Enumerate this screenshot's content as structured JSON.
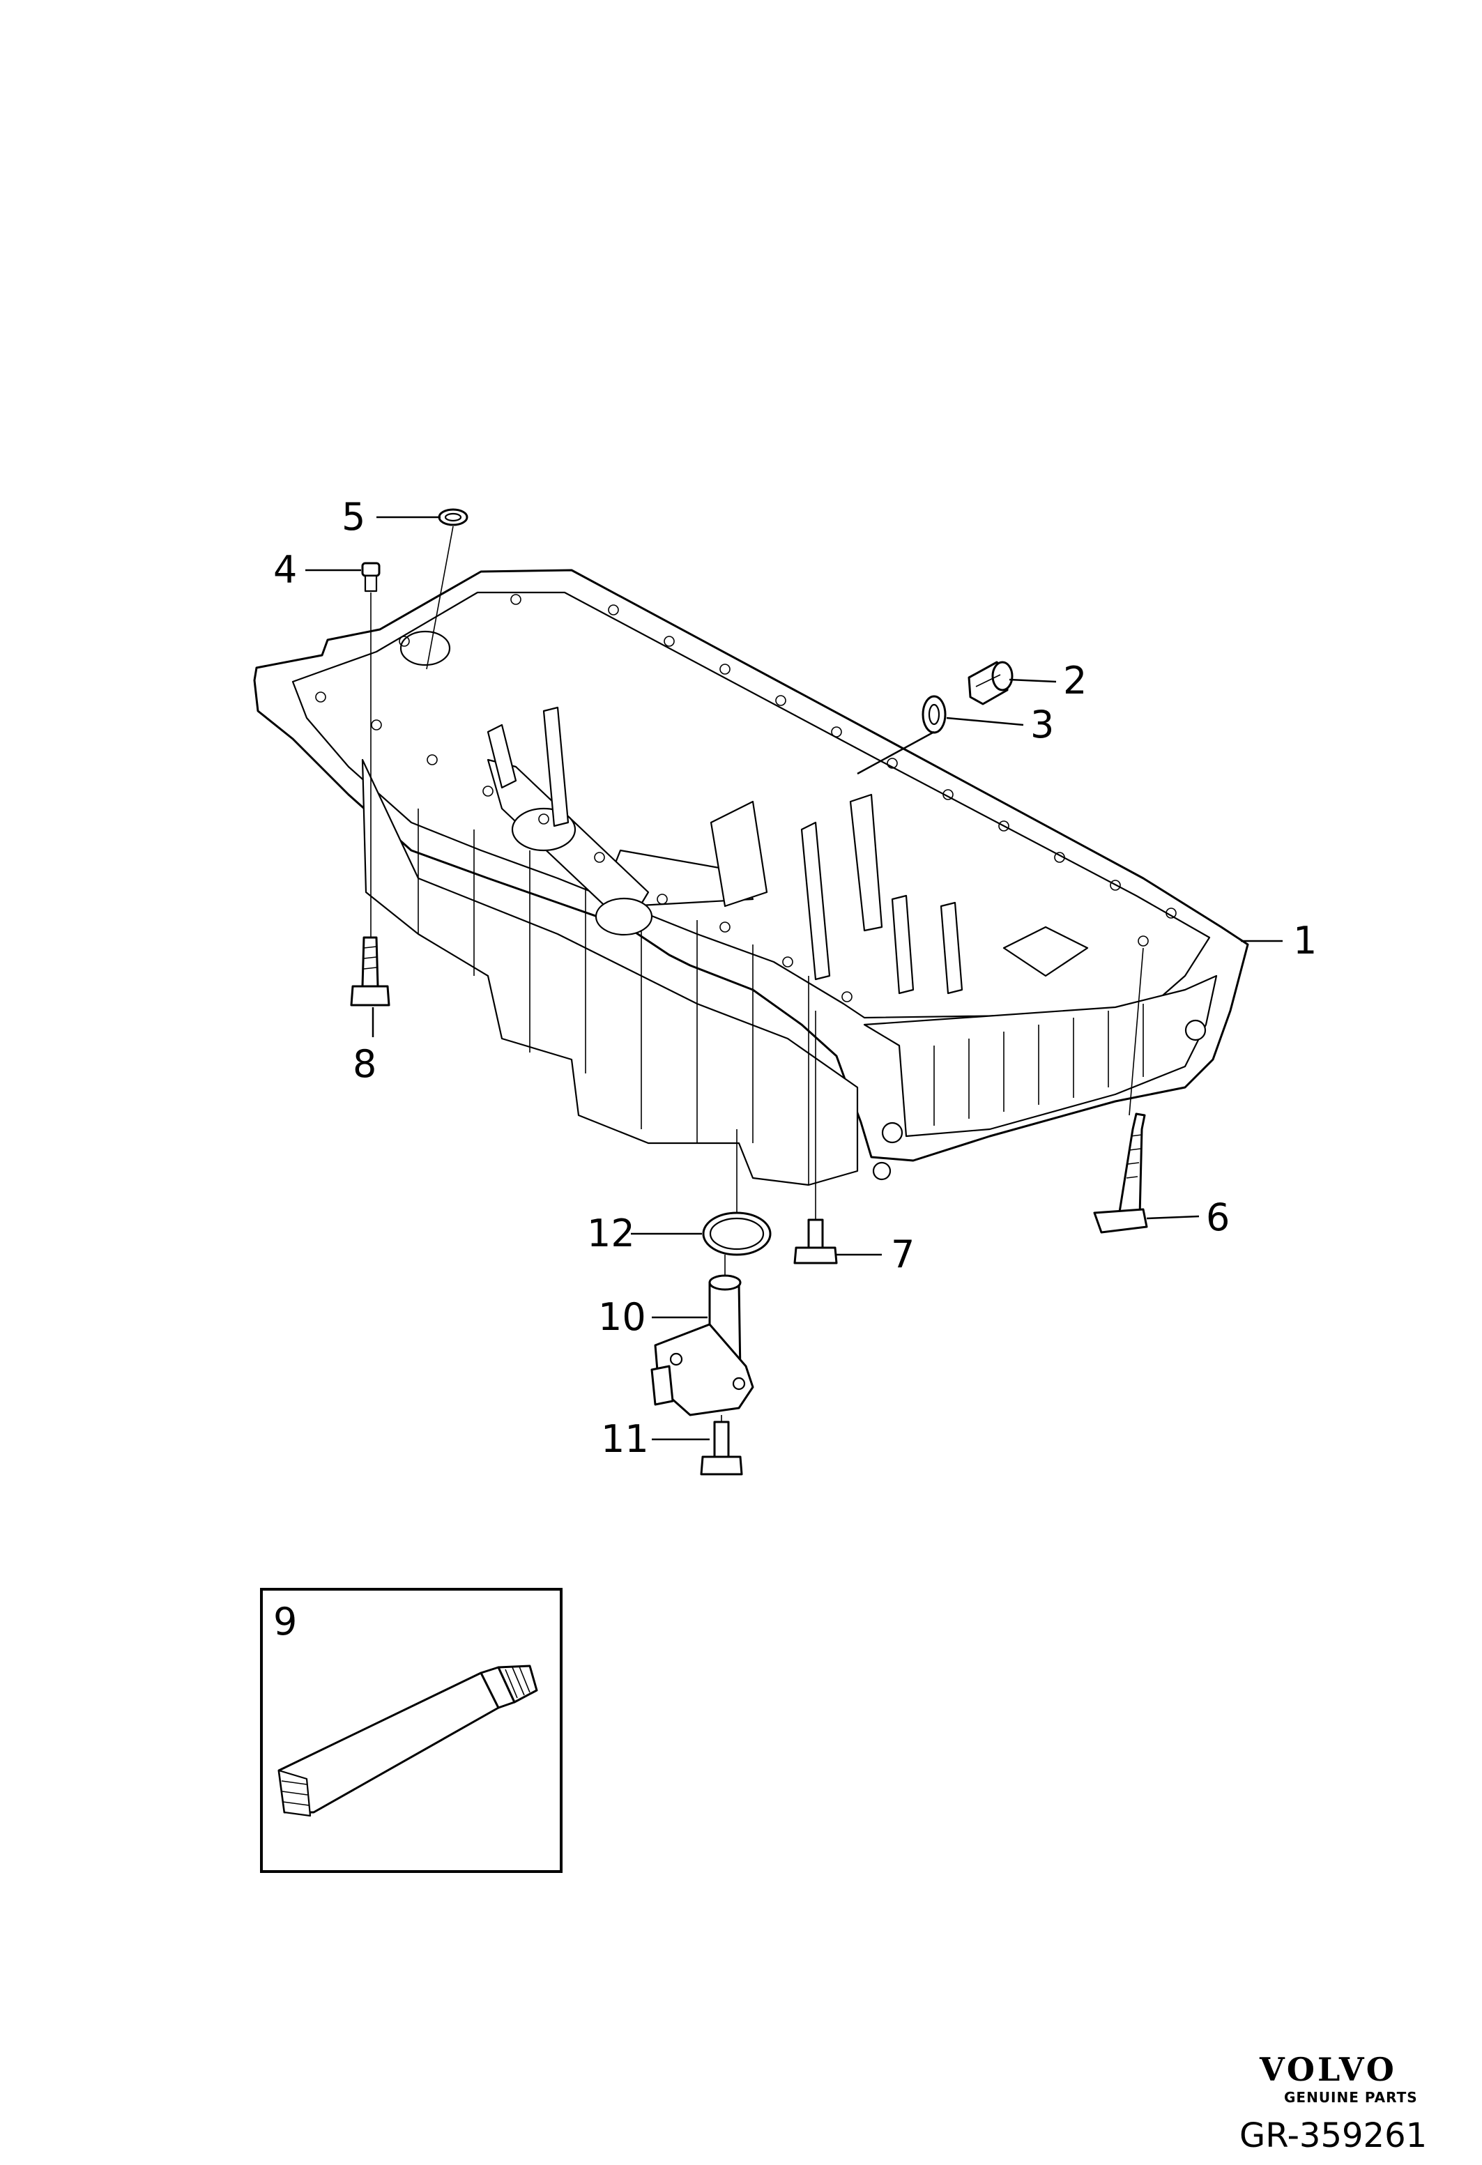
{
  "diagram": {
    "callouts": [
      "1",
      "2",
      "3",
      "4",
      "5",
      "6",
      "7",
      "8",
      "9",
      "10",
      "11",
      "12"
    ],
    "brand": {
      "logo_text": "VOLVO",
      "logo_subtitle": "GENUINE PARTS"
    },
    "reference_code": "GR-359261"
  }
}
